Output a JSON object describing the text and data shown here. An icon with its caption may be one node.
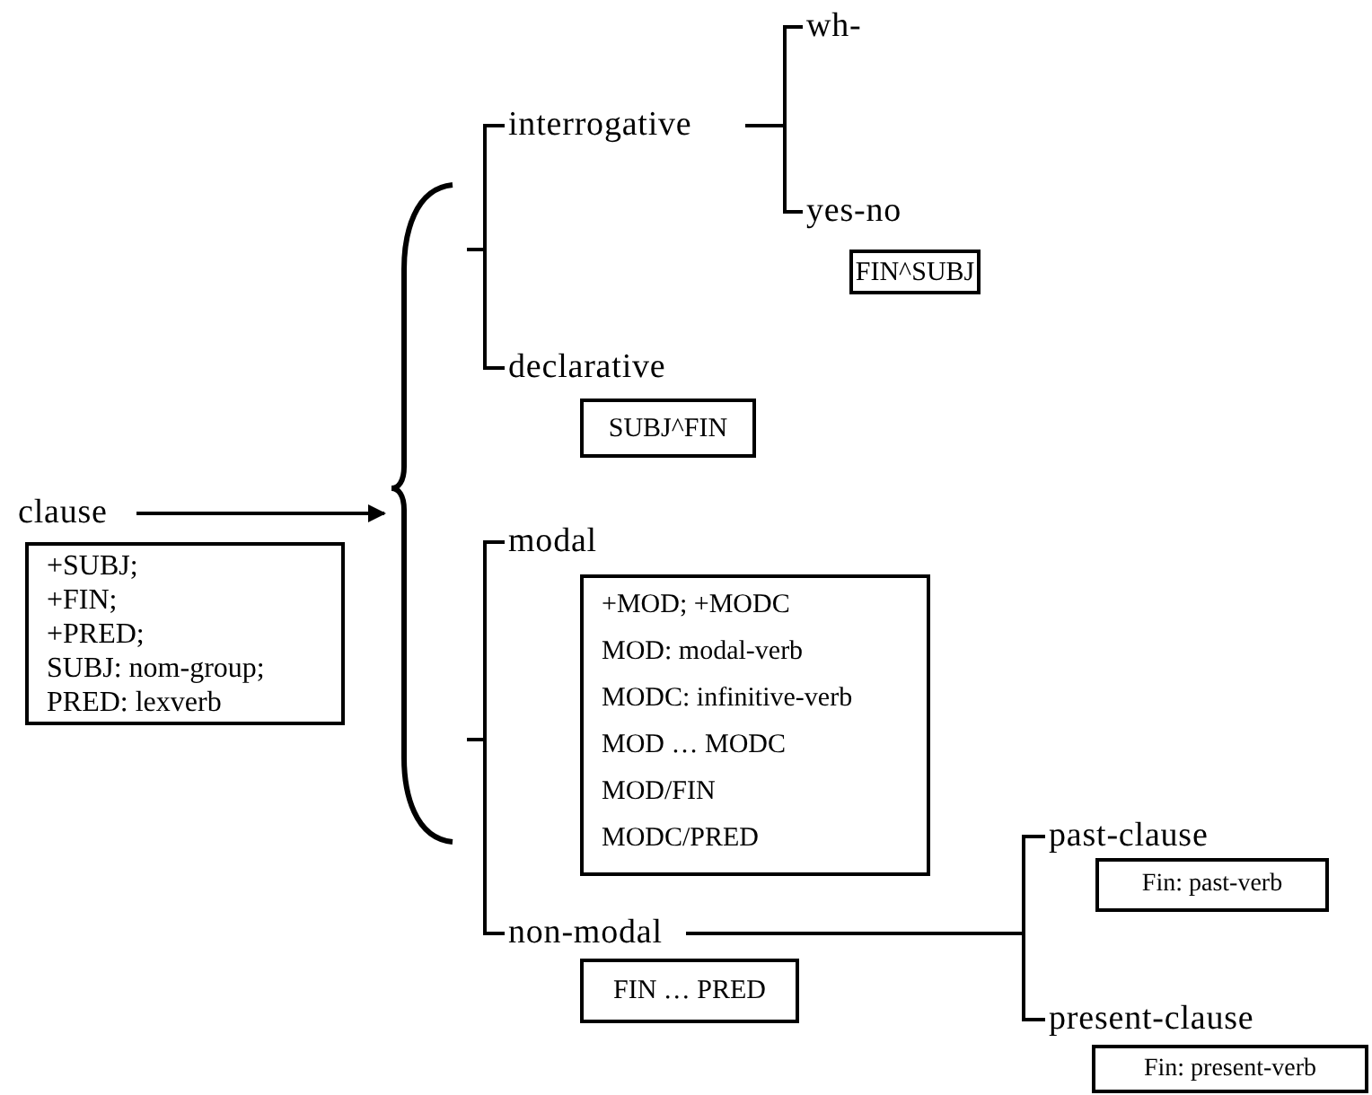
{
  "diagram": {
    "nodes": [
      {
        "text": [
          "clause"
        ]
      },
      {
        "text": [
          "+SUBJ;",
          "+FIN;",
          "+PRED;",
          "SUBJ: nom-group;",
          "PRED: lexverb"
        ]
      },
      {
        "text": [],
        "shape": "brace"
      },
      {
        "text": [
          "interrogative"
        ]
      },
      {
        "text": [
          "wh-"
        ]
      },
      {
        "text": [
          "yes-no"
        ]
      },
      {
        "text": [
          "FIN^SUBJ"
        ]
      },
      {
        "text": [
          "declarative"
        ]
      },
      {
        "text": [
          "SUBJ^FIN"
        ]
      },
      {
        "text": [
          "modal"
        ]
      },
      {
        "text": [
          "+MOD; +MODC",
          "MOD: modal-verb",
          "MODC: infinitive-verb",
          "MOD … MODC",
          "MOD/FIN",
          "MODC/PRED"
        ]
      },
      {
        "text": [
          "non-modal"
        ]
      },
      {
        "text": [
          "FIN … PRED"
        ]
      },
      {
        "text": [
          "past-clause"
        ]
      },
      {
        "text": [
          "Fin: past-verb"
        ]
      },
      {
        "text": [
          "present-clause"
        ]
      },
      {
        "text": [
          "Fin: present-verb"
        ]
      }
    ],
    "edges": [
      {
        "from": 0,
        "to": 2,
        "arrow": "to"
      },
      {
        "from": 2,
        "to": 3,
        "arrow": "none"
      },
      {
        "from": 2,
        "to": 7,
        "arrow": "none"
      },
      {
        "from": 2,
        "to": 9,
        "arrow": "none"
      },
      {
        "from": 2,
        "to": 11,
        "arrow": "none"
      },
      {
        "from": 3,
        "to": 4,
        "arrow": "none"
      },
      {
        "from": 3,
        "to": 5,
        "arrow": "none"
      },
      {
        "from": 11,
        "to": 13,
        "arrow": "none"
      },
      {
        "from": 11,
        "to": 15,
        "arrow": "none"
      }
    ]
  }
}
